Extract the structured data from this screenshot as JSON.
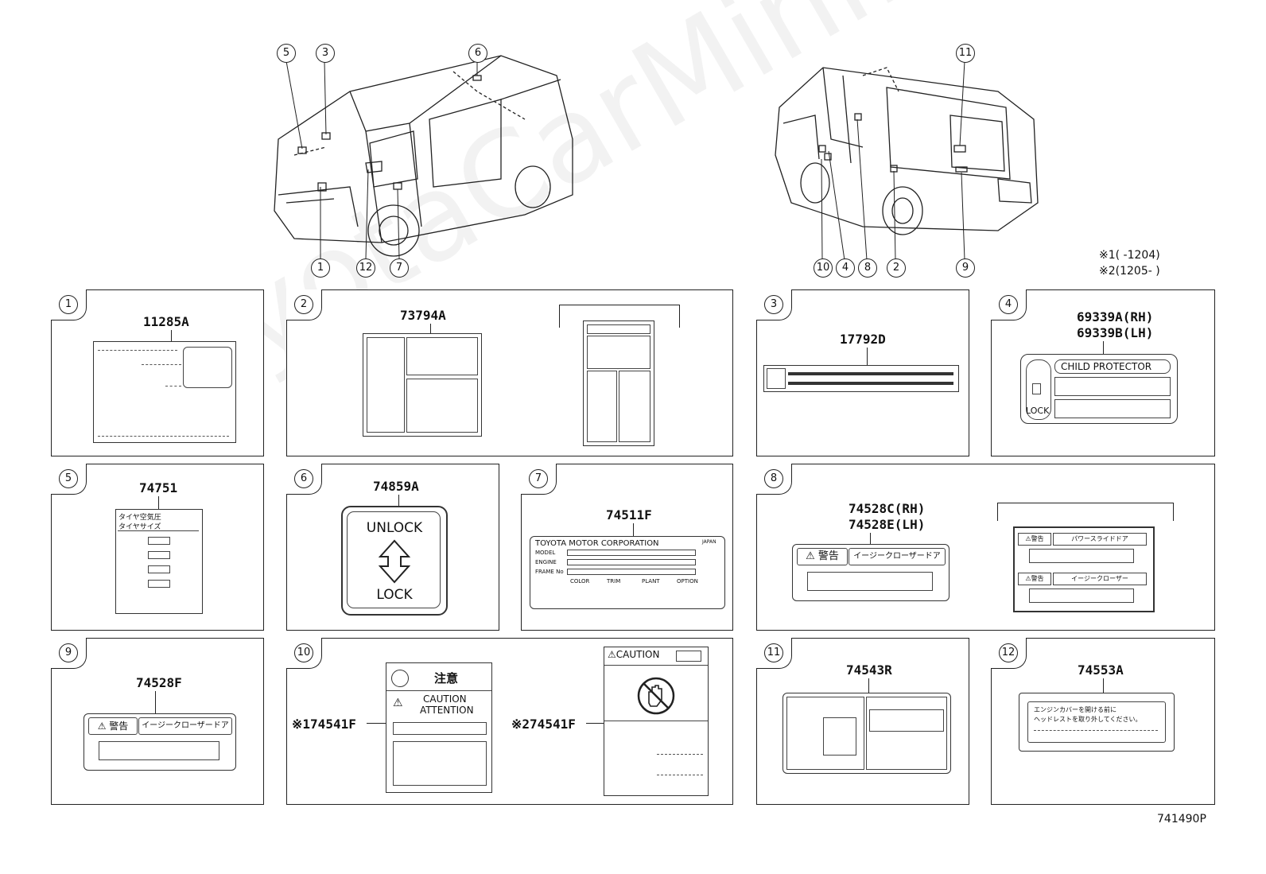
{
  "watermark": "ToyotaCarMini.ru",
  "diagram_code": "741490P",
  "notes": {
    "n1_mark": "※1",
    "n1_text": "(      -1204)",
    "n2_mark": "※2",
    "n2_text": "(1205-       )"
  },
  "callouts_front": [
    "5",
    "3",
    "6",
    "1",
    "12",
    "7"
  ],
  "callouts_rear": [
    "11",
    "10",
    "4",
    "8",
    "2",
    "9"
  ],
  "panels": {
    "p1": {
      "num": "1",
      "part": "11285A"
    },
    "p2": {
      "num": "2",
      "part": "73794A"
    },
    "p3": {
      "num": "3",
      "part": "17792D"
    },
    "p4": {
      "num": "4",
      "part_rh": "69339A(RH)",
      "part_lh": "69339B(LH)",
      "title": "CHILD PROTECTOR",
      "lock": "LOCK"
    },
    "p5": {
      "num": "5",
      "part": "74751",
      "header": "タイヤ空気圧",
      "col_head": "タイヤサイズ"
    },
    "p6": {
      "num": "6",
      "part": "74859A",
      "unlock": "UNLOCK",
      "lock": "LOCK"
    },
    "p7": {
      "num": "7",
      "part": "74511F",
      "maker": "TOYOTA MOTOR CORPORATION",
      "japan": "JAPAN",
      "model": "MODEL",
      "engine": "ENGINE",
      "frame": "FRAME No",
      "color": "COLOR",
      "trim": "TRIM",
      "plant": "PLANT",
      "option": "OPTION"
    },
    "p8": {
      "num": "8",
      "part_rh": "74528C(RH)",
      "part_lh": "74528E(LH)",
      "warn": "警告",
      "easy_closer": "イージークローザードア",
      "power_slide": "パワースライドドア",
      "easy_closer2": "イージークローザー"
    },
    "p9": {
      "num": "9",
      "part": "74528F",
      "warn": "警告",
      "easy_closer": "イージークローザードア"
    },
    "p10": {
      "num": "10",
      "part_a_mark": "※1",
      "part_a": "74541F",
      "part_b_mark": "※2",
      "part_b": "74541F",
      "chui": "注意",
      "caution": "CAUTION",
      "attention": "ATTENTION",
      "caution2": "CAUTION"
    },
    "p11": {
      "num": "11",
      "part": "74543R"
    },
    "p12": {
      "num": "12",
      "part": "74553A",
      "line1": "エンジンカバーを開ける前に",
      "line2": "ヘッドレストを取り外してください。"
    }
  }
}
